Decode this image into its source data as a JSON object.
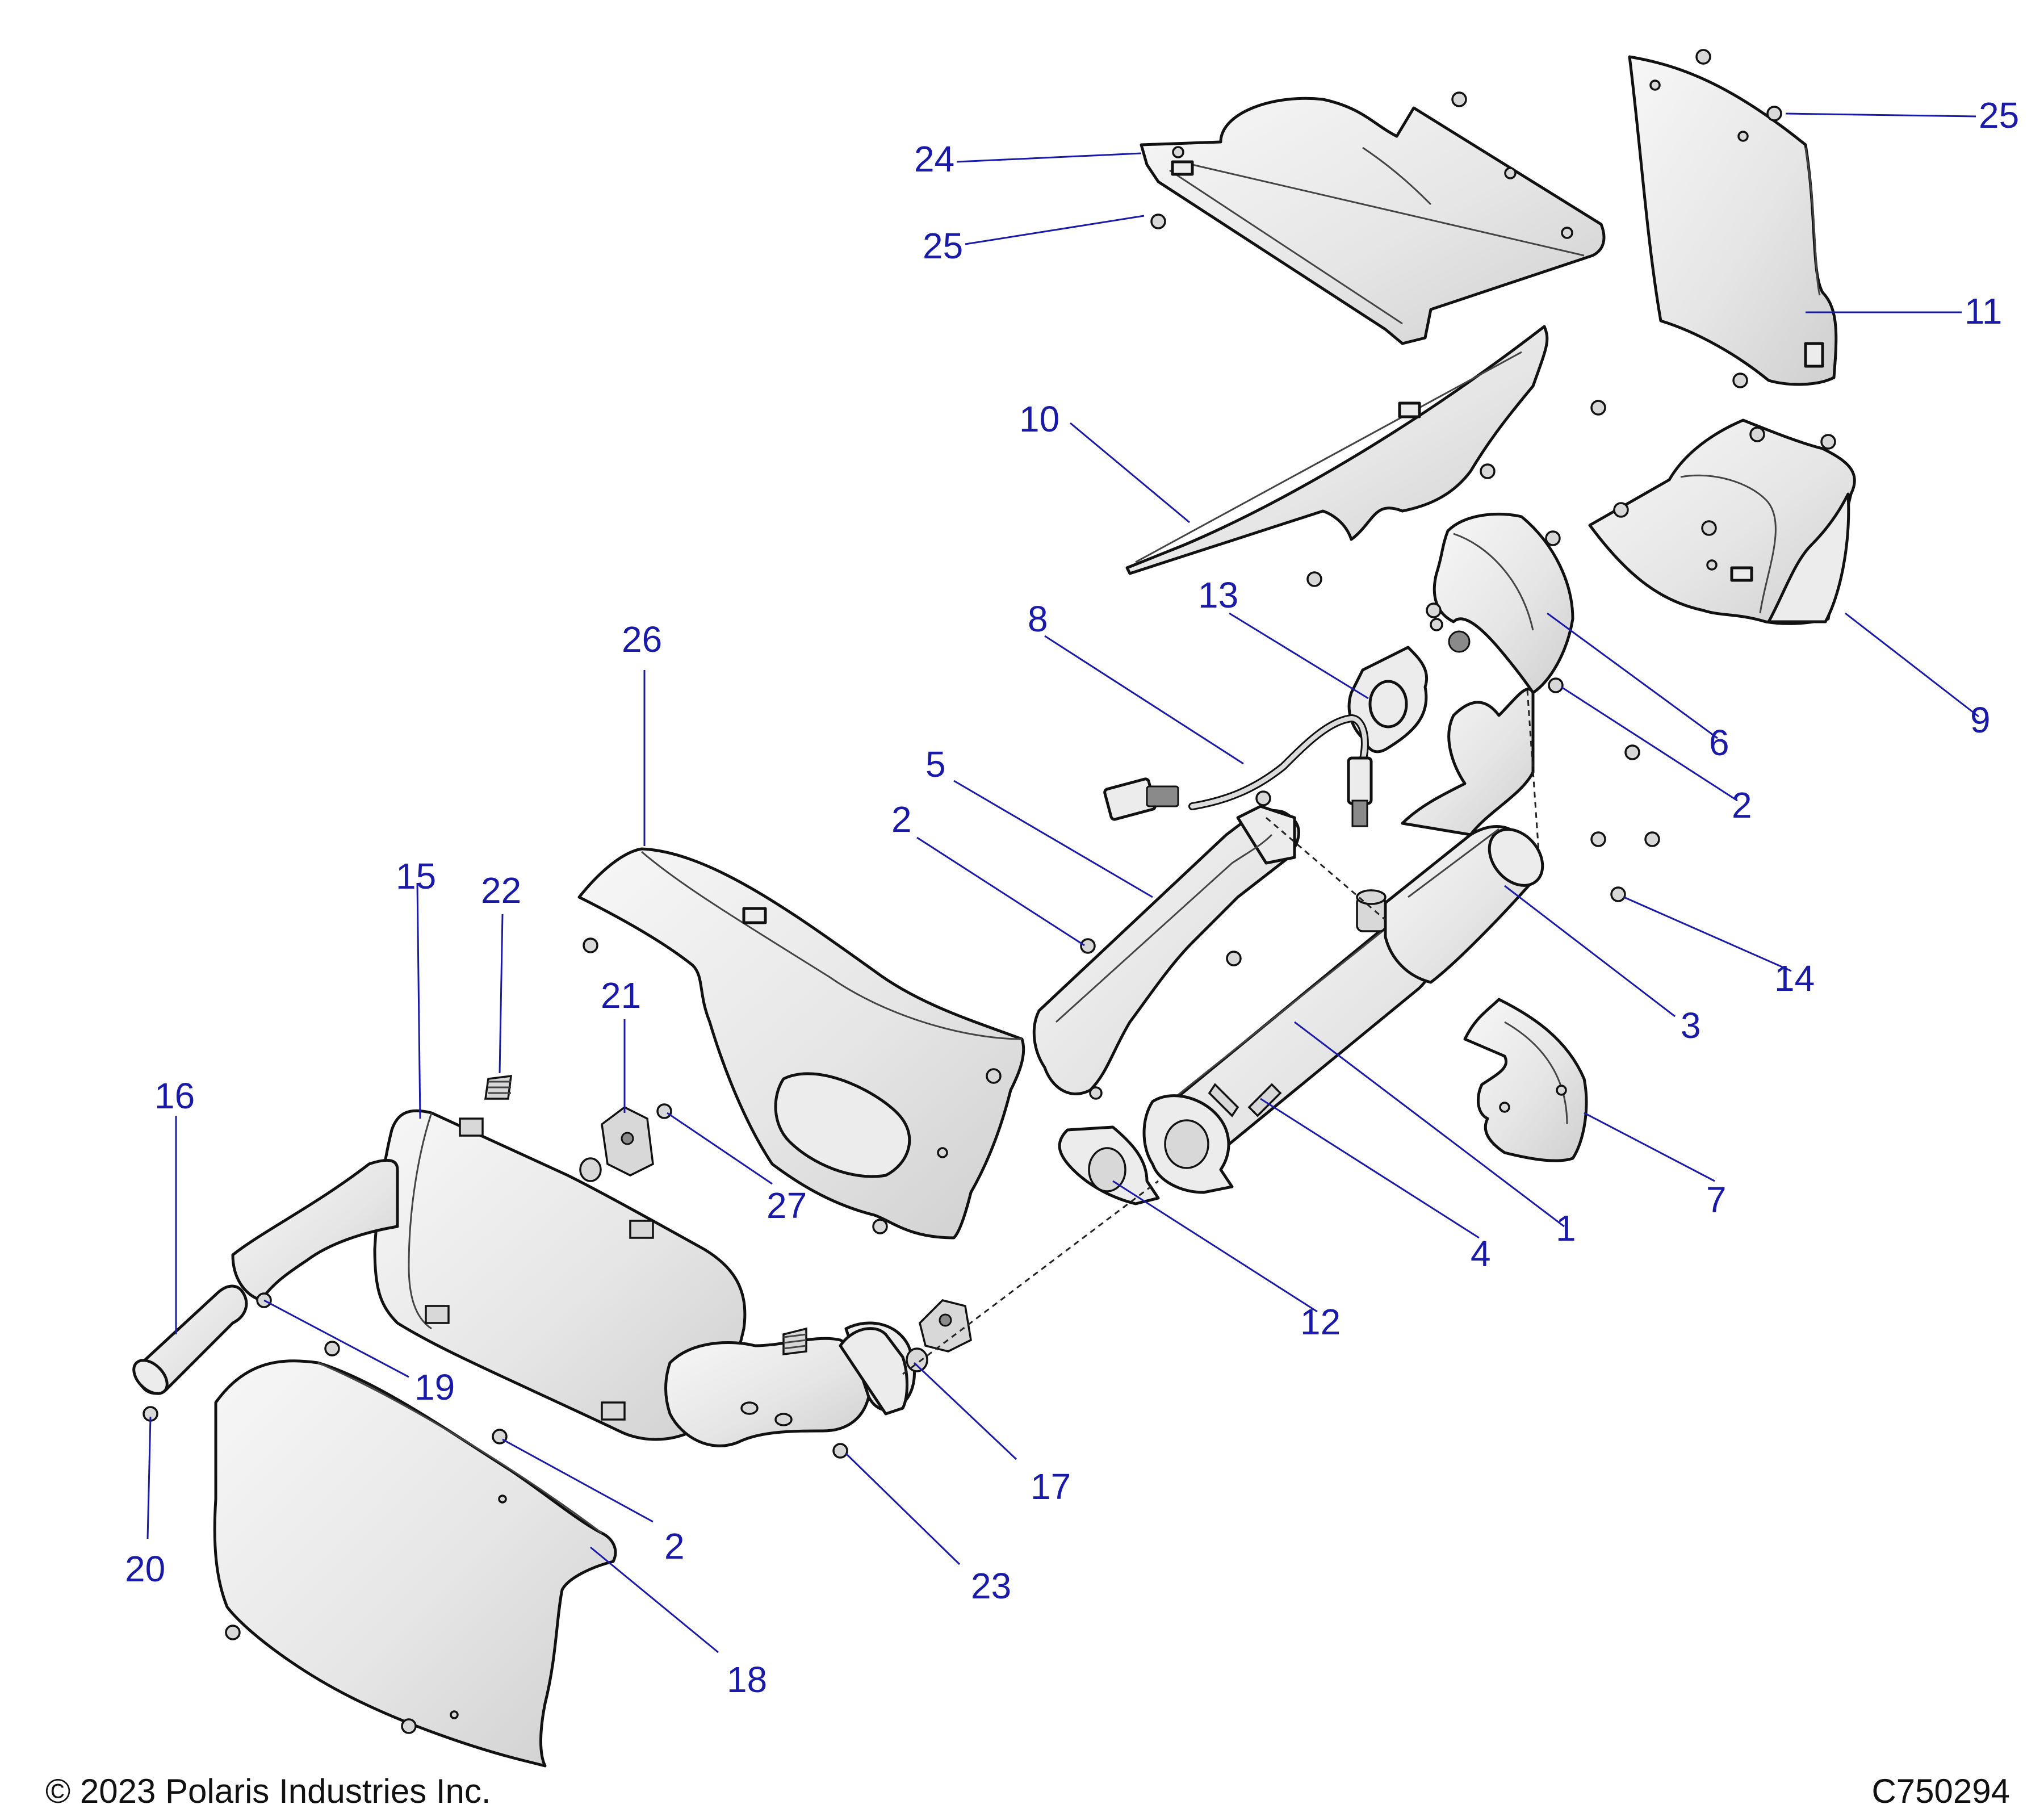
{
  "diagram": {
    "callouts": {
      "c1": "1",
      "c2a": "2",
      "c2b": "2",
      "c2c": "2",
      "c3": "3",
      "c4": "4",
      "c5": "5",
      "c6": "6",
      "c7": "7",
      "c8": "8",
      "c9": "9",
      "c10": "10",
      "c11": "11",
      "c12": "12",
      "c13": "13",
      "c14": "14",
      "c15": "15",
      "c16": "16",
      "c17": "17",
      "c18": "18",
      "c19": "19",
      "c20": "20",
      "c21": "21",
      "c22": "22",
      "c23": "23",
      "c24": "24",
      "c25a": "25",
      "c25b": "25",
      "c26": "26",
      "c27": "27"
    },
    "copyright": "© 2023 Polaris Industries Inc.",
    "diagram_id": "C750294"
  },
  "colors": {
    "callout": "#1a1aa8",
    "linework": "#111111",
    "part_fill": "#ececec"
  }
}
